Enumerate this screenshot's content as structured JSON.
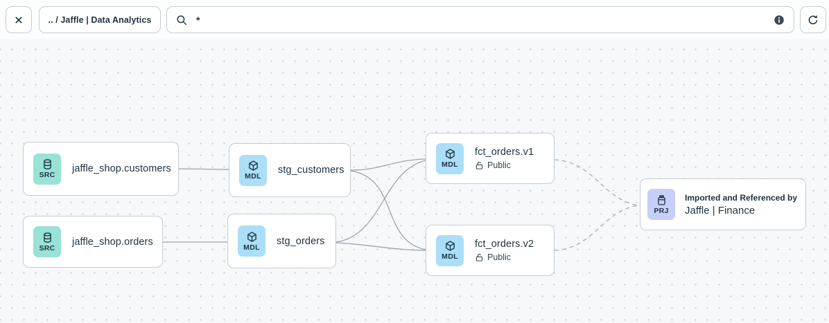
{
  "toolbar": {
    "breadcrumb": ".. / Jaffle | Data Analytics",
    "search_value": "*"
  },
  "colors": {
    "canvas_bg": "#f7f8fa",
    "dot": "#d3d7dd",
    "node_border": "#c5cbd3",
    "text": "#1c3242",
    "edge_solid": "#9aa4ae",
    "edge_dashed": "#a5adb7",
    "source_badge_bg": "#99e2d6",
    "model_badge_bg": "#abdef8",
    "project_badge_bg": "#c6cff9",
    "info_icon_bg": "#3e4a54"
  },
  "nodes": [
    {
      "badge": "SRC",
      "icon": "database-icon",
      "title": "jaffle_shop.customers"
    },
    {
      "badge": "SRC",
      "icon": "database-icon",
      "title": "jaffle_shop.orders"
    },
    {
      "badge": "MDL",
      "icon": "cube-icon",
      "title": "stg_customers"
    },
    {
      "badge": "MDL",
      "icon": "cube-icon",
      "title": "stg_orders"
    },
    {
      "badge": "MDL",
      "icon": "cube-icon",
      "title": "fct_orders.v1",
      "access": "Public"
    },
    {
      "badge": "MDL",
      "icon": "cube-icon",
      "title": "fct_orders.v2",
      "access": "Public"
    },
    {
      "badge": "PRJ",
      "icon": "project-icon",
      "subtitle": "Imported and Referenced by",
      "title": "Jaffle | Finance"
    }
  ]
}
